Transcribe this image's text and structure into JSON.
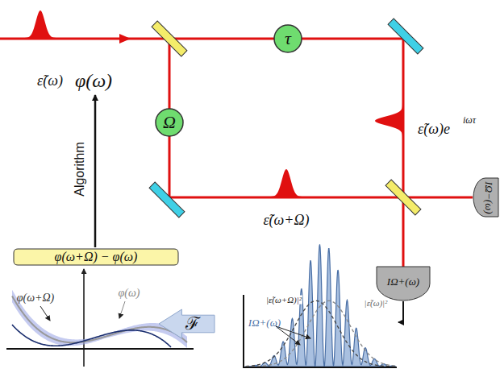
{
  "diagram": {
    "nodes": [
      {
        "text": [
          "Ω"
        ]
      },
      {
        "text": [
          "τ"
        ]
      },
      {
        "text": [
          "IΩ−(ω)"
        ]
      },
      {
        "text": [
          "IΩ+(ω)"
        ]
      },
      {
        "text": [
          "φ(ω+Ω) − φ(ω)"
        ]
      },
      {
        "text": [
          "ℱ"
        ]
      }
    ],
    "labels": [
      "ε̃(ω)",
      "ε̃(ω+Ω)",
      "ε̃(ω)e",
      "iωτ",
      "φ(ω)",
      "Algorithm",
      "|ε̃(ω+Ω)|²",
      "|ε̃(ω)|²",
      "IΩ+(ω)",
      "φ(ω+Ω)",
      "φ(ω)"
    ]
  }
}
